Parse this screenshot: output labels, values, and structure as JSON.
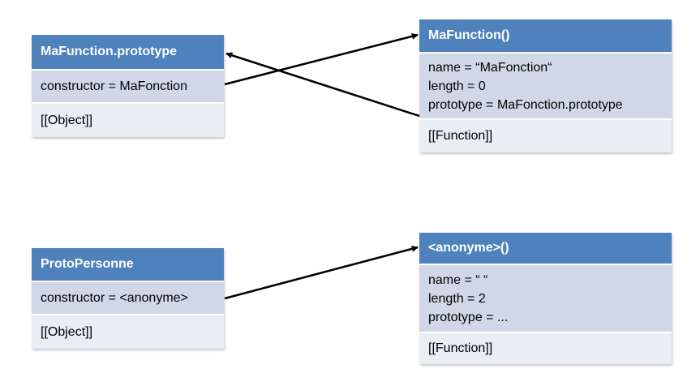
{
  "boxes": {
    "proto1": {
      "title": "MaFunction.prototype",
      "constructor_line": "constructor = MaFonction",
      "internal": "[[Object]]"
    },
    "func1": {
      "title": "MaFunction()",
      "props": [
        "name = “MaFonction“",
        "length = 0",
        "prototype = MaFonction.prototype"
      ],
      "internal": "[[Function]]"
    },
    "proto2": {
      "title": "ProtoPersonne",
      "constructor_line": "constructor = <anonyme>",
      "internal": "[[Object]]"
    },
    "func2": {
      "title": "<anonyme>()",
      "props": [
        "name = “ “",
        "length = 2",
        "prototype = ..."
      ],
      "internal": "[[Function]]"
    }
  },
  "colors": {
    "header": "#4f81bd",
    "row_dark": "#d0d8e8",
    "row_light": "#e9edf4",
    "arrow": "#000000"
  }
}
